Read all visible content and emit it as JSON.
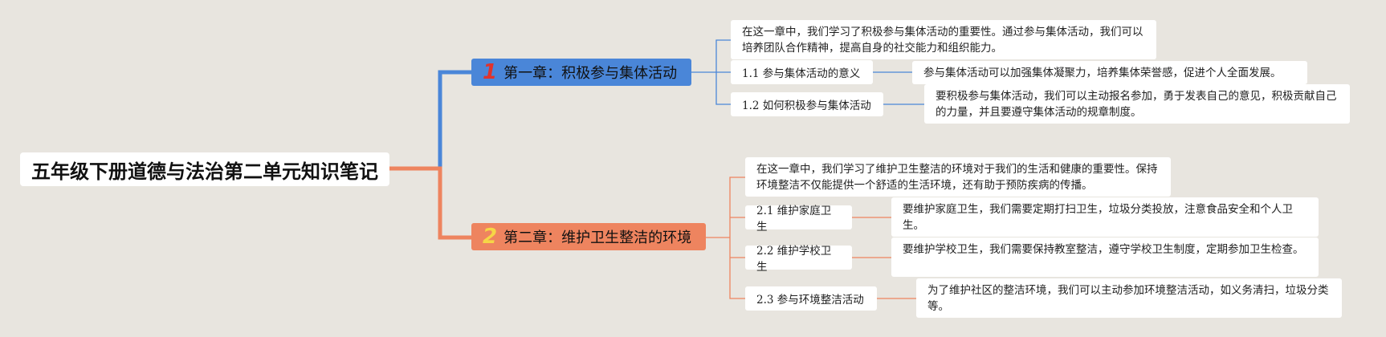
{
  "root": {
    "title": "五年级下册道德与法治第二单元知识笔记"
  },
  "chapters": [
    {
      "number": "1",
      "title": "第一章：积极参与集体活动",
      "summary": "在这一章中，我们学习了积极参与集体活动的重要性。通过参与集体活动，我们可以培养团队合作精神，提高自身的社交能力和组织能力。",
      "sections": [
        {
          "label": "1.1 参与集体活动的意义",
          "note": "参与集体活动可以加强集体凝聚力，培养集体荣誉感，促进个人全面发展。"
        },
        {
          "label": "1.2 如何积极参与集体活动",
          "note": "要积极参与集体活动，我们可以主动报名参加，勇于发表自己的意见，积极贡献自己的力量，并且要遵守集体活动的规章制度。"
        }
      ]
    },
    {
      "number": "2",
      "title": "第二章：维护卫生整洁的环境",
      "summary": "在这一章中，我们学习了维护卫生整洁的环境对于我们的生活和健康的重要性。保持环境整洁不仅能提供一个舒适的生活环境，还有助于预防疾病的传播。",
      "sections": [
        {
          "label": "2.1 维护家庭卫生",
          "note": "要维护家庭卫生，我们需要定期打扫卫生，垃圾分类投放，注意食品安全和个人卫生。"
        },
        {
          "label": "2.2 维护学校卫生",
          "note": "要维护学校卫生，我们需要保持教室整洁，遵守学校卫生制度，定期参加卫生检查。"
        },
        {
          "label": "2.3 参与环境整洁活动",
          "note": "为了维护社区的整洁环境，我们可以主动参加环境整洁活动，如义务清扫，垃圾分类等。"
        }
      ]
    }
  ],
  "colors": {
    "background": "#e8e5df",
    "chapter1": "#4a86d8",
    "chapter2": "#ee845f",
    "number1": "#e0332c",
    "number2": "#f6d646"
  }
}
